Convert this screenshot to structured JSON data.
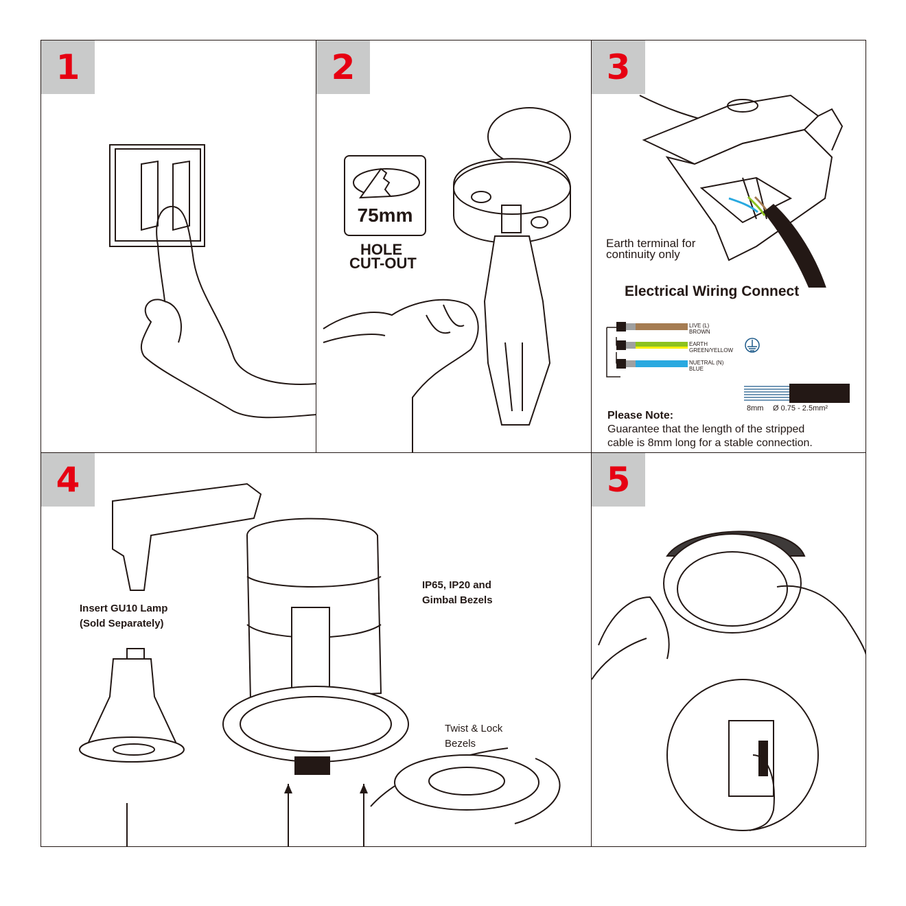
{
  "steps": [
    {
      "number": "1"
    },
    {
      "number": "2",
      "badge_size": "75mm",
      "badge_caption_line1": "HOLE",
      "badge_caption_line2": "CUT-OUT"
    },
    {
      "number": "3",
      "earth_note_line1": "Earth terminal for",
      "earth_note_line2": "continuity only",
      "wiring_title": "Electrical Wiring Connect",
      "wires": [
        {
          "label1": "LIVE (L)",
          "label2": "BROWN",
          "color": "#a57c52"
        },
        {
          "label1": "EARTH",
          "label2": "GREEN/YELLOW",
          "color": "#8dc21f",
          "stripe": "#fff100"
        },
        {
          "label1": "NUETRAL (N)",
          "label2": "BLUE",
          "color": "#29a9e0"
        }
      ],
      "strip_length": "8mm",
      "cable_size": "Ø 0.75 - 2.5mm²",
      "note_title": "Please Note:",
      "note_line1": "Guarantee that the length of the stripped",
      "note_line2": "cable is 8mm long for a stable connection."
    },
    {
      "number": "4",
      "lamp_label_line1": "Insert GU10 Lamp",
      "lamp_label_line2": "(Sold Separately)",
      "bezel_label_line1": "IP65, IP20 and",
      "bezel_label_line2": "Gimbal Bezels",
      "twist_label_line1": "Twist & Lock",
      "twist_label_line2": "Bezels"
    },
    {
      "number": "5"
    }
  ],
  "colors": {
    "accent": "#e60012",
    "number_bg": "#c9caca",
    "line": "#231815",
    "earth_icon": "#1d5a8a"
  }
}
